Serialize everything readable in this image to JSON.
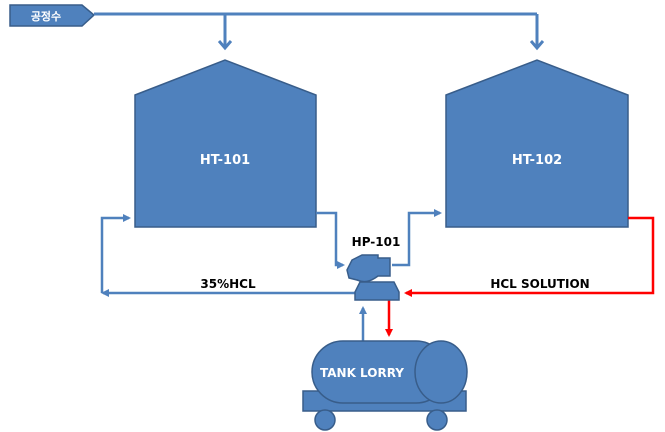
{
  "source": {
    "label": "공정수"
  },
  "tanks": [
    {
      "label": "HT-101"
    },
    {
      "label": "HT-102"
    }
  ],
  "pump": {
    "label": "HP-101"
  },
  "lines": {
    "return_label": "35%HCL",
    "solution_label": "HCL SOLUTION"
  },
  "lorry": {
    "label": "TANK LORRY"
  },
  "colors": {
    "equipment_fill": "#4f81bd",
    "equipment_stroke": "#385d8a",
    "pipe_blue": "#4f81bd",
    "pipe_red": "#ff0000"
  }
}
